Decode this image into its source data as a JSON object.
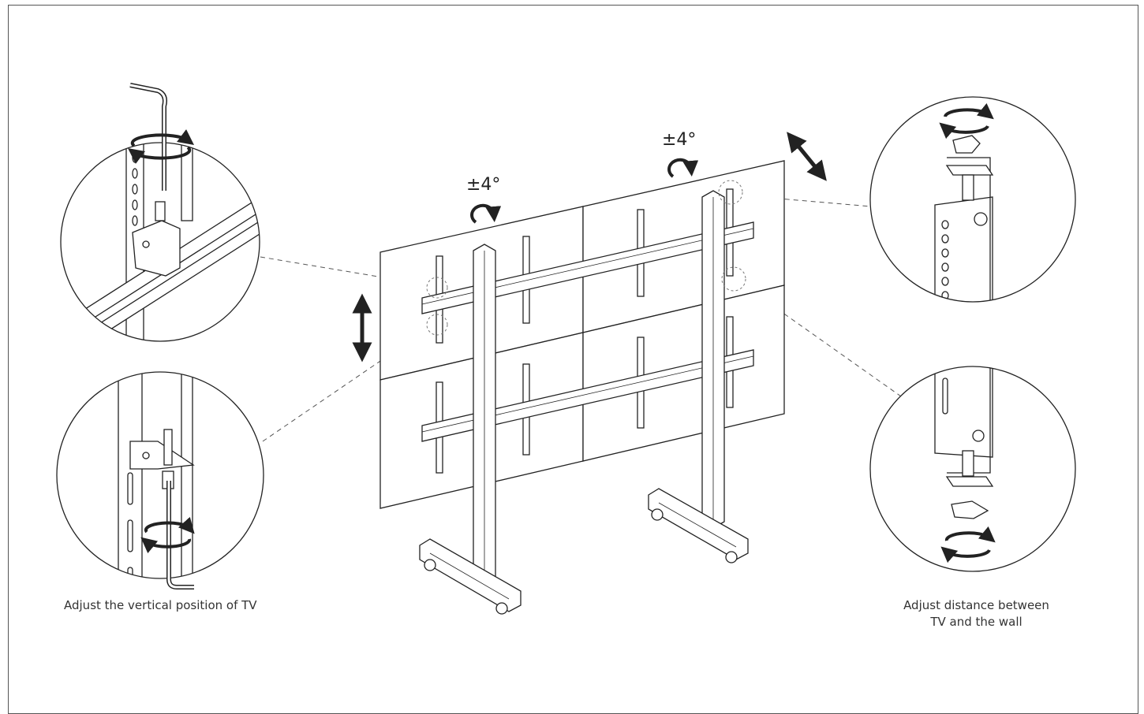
{
  "labels": {
    "angle_left": "±4°",
    "angle_right": "±4°",
    "caption_left": "Adjust the vertical position of TV",
    "caption_right_line1": "Adjust distance between",
    "caption_right_line2": "TV and the wall"
  },
  "colors": {
    "line": "#222222",
    "frame": "#555555",
    "text": "#333333"
  }
}
